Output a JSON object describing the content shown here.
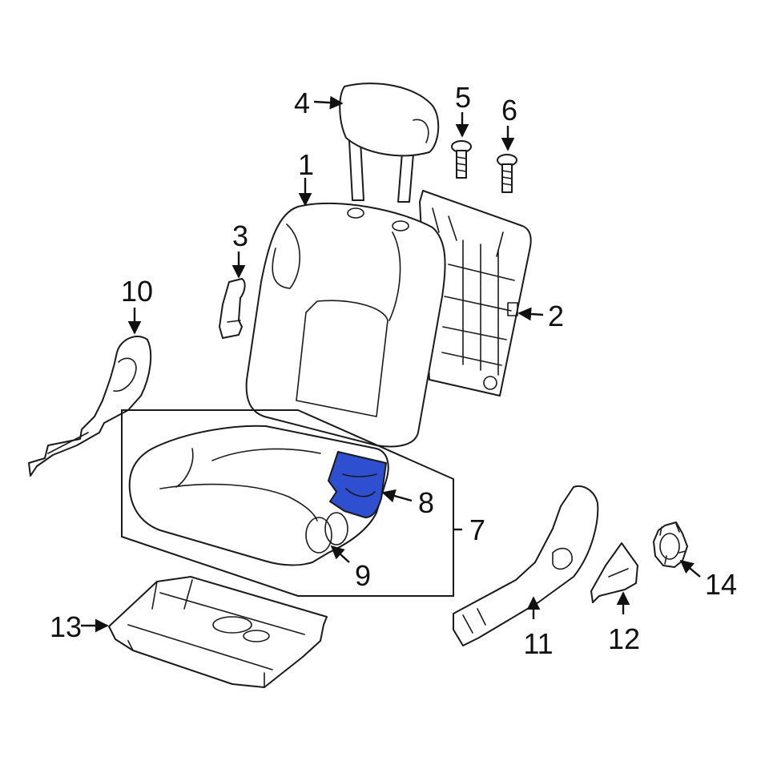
{
  "diagram": {
    "highlight_color": "#2e4fd0",
    "line_color": "#1a1a1a",
    "highlighted_part": "8",
    "callouts": {
      "c1": "1",
      "c2": "2",
      "c3": "3",
      "c4": "4",
      "c5": "5",
      "c6": "6",
      "c7": "7",
      "c8": "8",
      "c9": "9",
      "c10": "10",
      "c11": "11",
      "c12": "12",
      "c13": "13",
      "c14": "14"
    }
  }
}
